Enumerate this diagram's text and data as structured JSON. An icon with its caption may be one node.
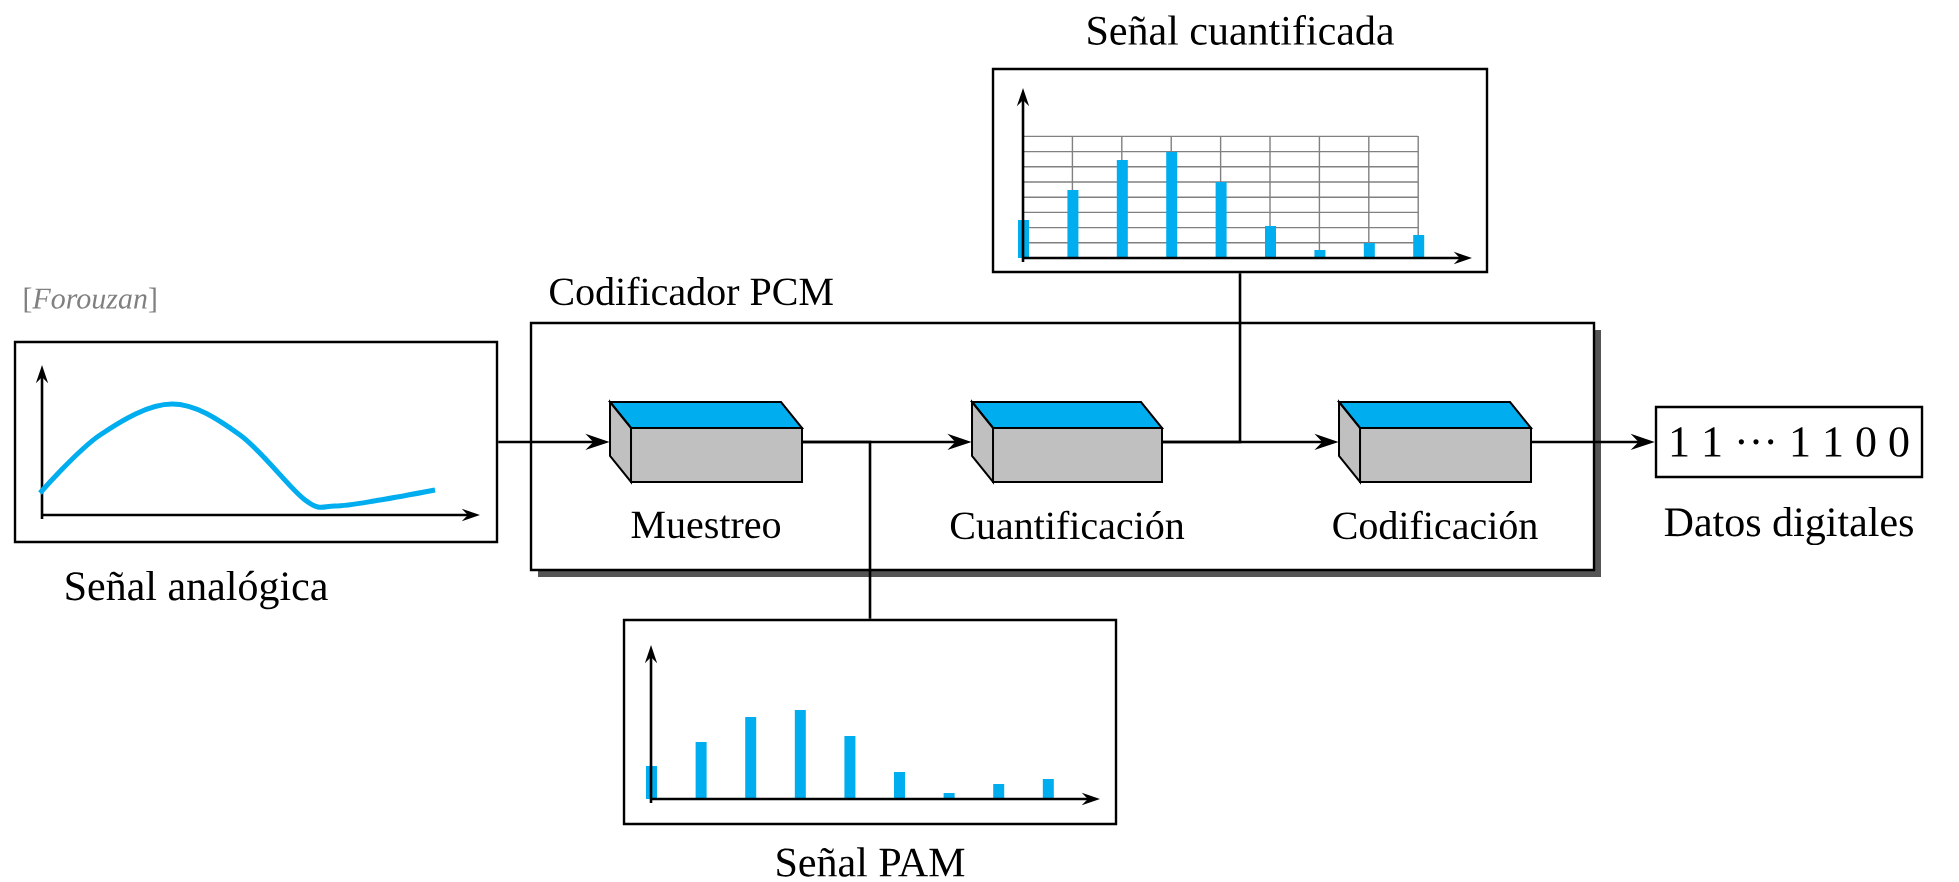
{
  "diagram": {
    "nodes": [
      {
        "text": [],
        "shape": "picture",
        "beside": [
          "Señal analógica"
        ]
      },
      {
        "text": [
          "Codificador PCM"
        ]
      },
      {
        "text": [
          "Muestreo"
        ],
        "in": 1
      },
      {
        "text": [
          "Cuantificación"
        ],
        "in": 1
      },
      {
        "text": [
          "Codificación"
        ],
        "in": 1
      },
      {
        "text": [
          "1 1 ··· 1 1 0 0"
        ],
        "beside": [
          "Datos digitales"
        ]
      },
      {
        "text": [],
        "shape": "picture",
        "beside": [
          "Señal cuantificada"
        ]
      },
      {
        "text": [],
        "shape": "picture",
        "beside": [
          "Señal PAM"
        ]
      }
    ],
    "edges": [
      {
        "from": 0,
        "to": 2,
        "arrow": "to"
      },
      {
        "from": 2,
        "to": 3,
        "arrow": "to"
      },
      {
        "from": 2,
        "to": 7,
        "arrow": "none"
      },
      {
        "from": 3,
        "to": 4,
        "arrow": "to"
      },
      {
        "from": 3,
        "to": 6,
        "arrow": "none"
      },
      {
        "from": 4,
        "to": 5,
        "arrow": "to"
      }
    ],
    "labels": [
      "[*Forouzan*]"
    ]
  }
}
